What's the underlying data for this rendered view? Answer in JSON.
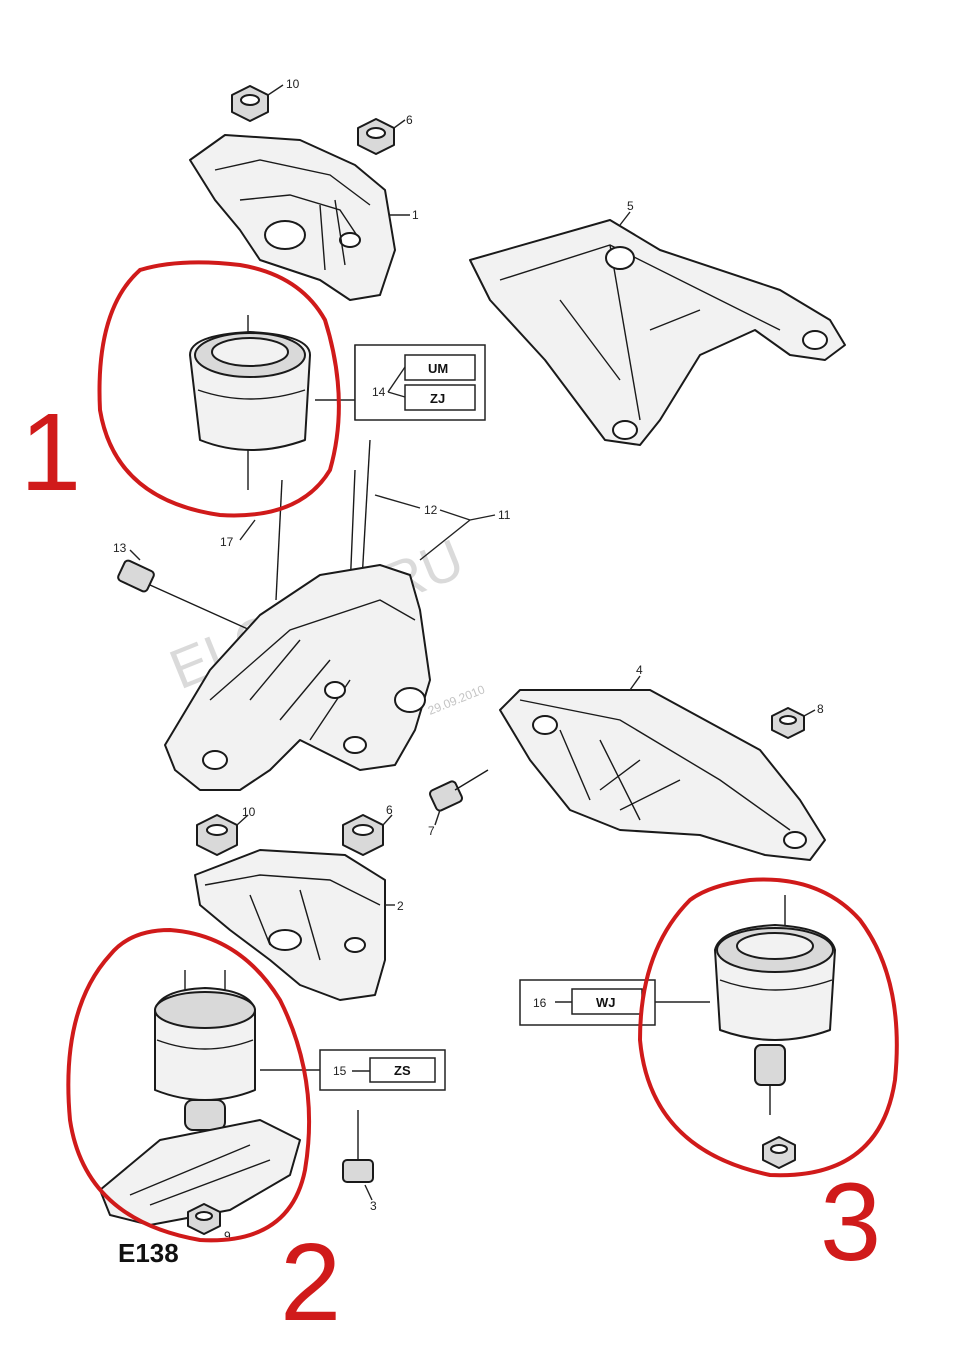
{
  "diagram": {
    "id_label": "E138",
    "watermark": "ELCATS.RU",
    "watermark_date": "29.09.2010",
    "callouts": {
      "c10_top": "10",
      "c6_top": "6",
      "c1": "1",
      "c5": "5",
      "c14": "14",
      "c12": "12",
      "c11": "11",
      "c13": "13",
      "c17": "17",
      "c4": "4",
      "c8": "8",
      "c7": "7",
      "c10_mid": "10",
      "c6_mid": "6",
      "c2": "2",
      "c16": "16",
      "c15": "15",
      "c3": "3",
      "c9": "9"
    },
    "codes": {
      "um": "UM",
      "zj": "ZJ",
      "zs": "ZS",
      "wj": "WJ"
    },
    "handwritten": {
      "mark1": "1",
      "mark2": "2",
      "mark3": "3"
    }
  }
}
